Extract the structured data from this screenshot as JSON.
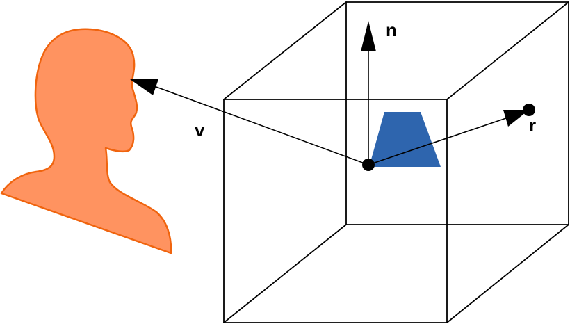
{
  "labels": {
    "normal": "n",
    "view": "v",
    "reflection": "r"
  },
  "colors": {
    "head_fill": "#FF9360",
    "head_stroke": "#F0640E",
    "patch_fill": "#2E65AE",
    "line": "#000000",
    "background": "#FFFFFF"
  }
}
